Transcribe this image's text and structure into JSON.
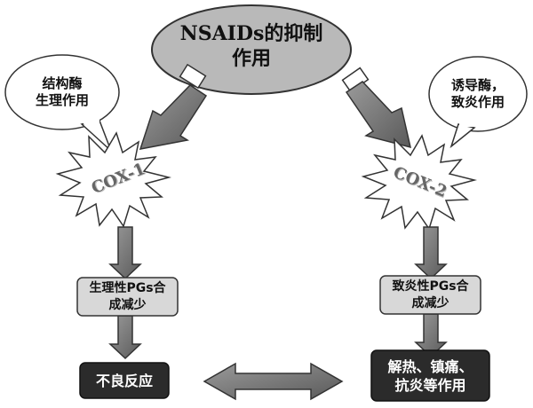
{
  "title": "NSAIDs的抑制\n作用",
  "callout_left": "结构酶\n生理作用",
  "callout_right": "诱导酶，\n致炎作用",
  "enzyme_left": "COX-1",
  "enzyme_right": "COX-2",
  "box_left": "生理性PGs合\n成减少",
  "box_right": "致炎性PGs合\n成减少",
  "outcome_left": "不良反应",
  "outcome_right": "解热、镇痛、\n抗炎等作用",
  "colors": {
    "ellipse": "#b9b9b9",
    "arrow": "#7f7f7f",
    "light_box": "#d8d8d8",
    "dark_box": "#2b2b2b"
  }
}
